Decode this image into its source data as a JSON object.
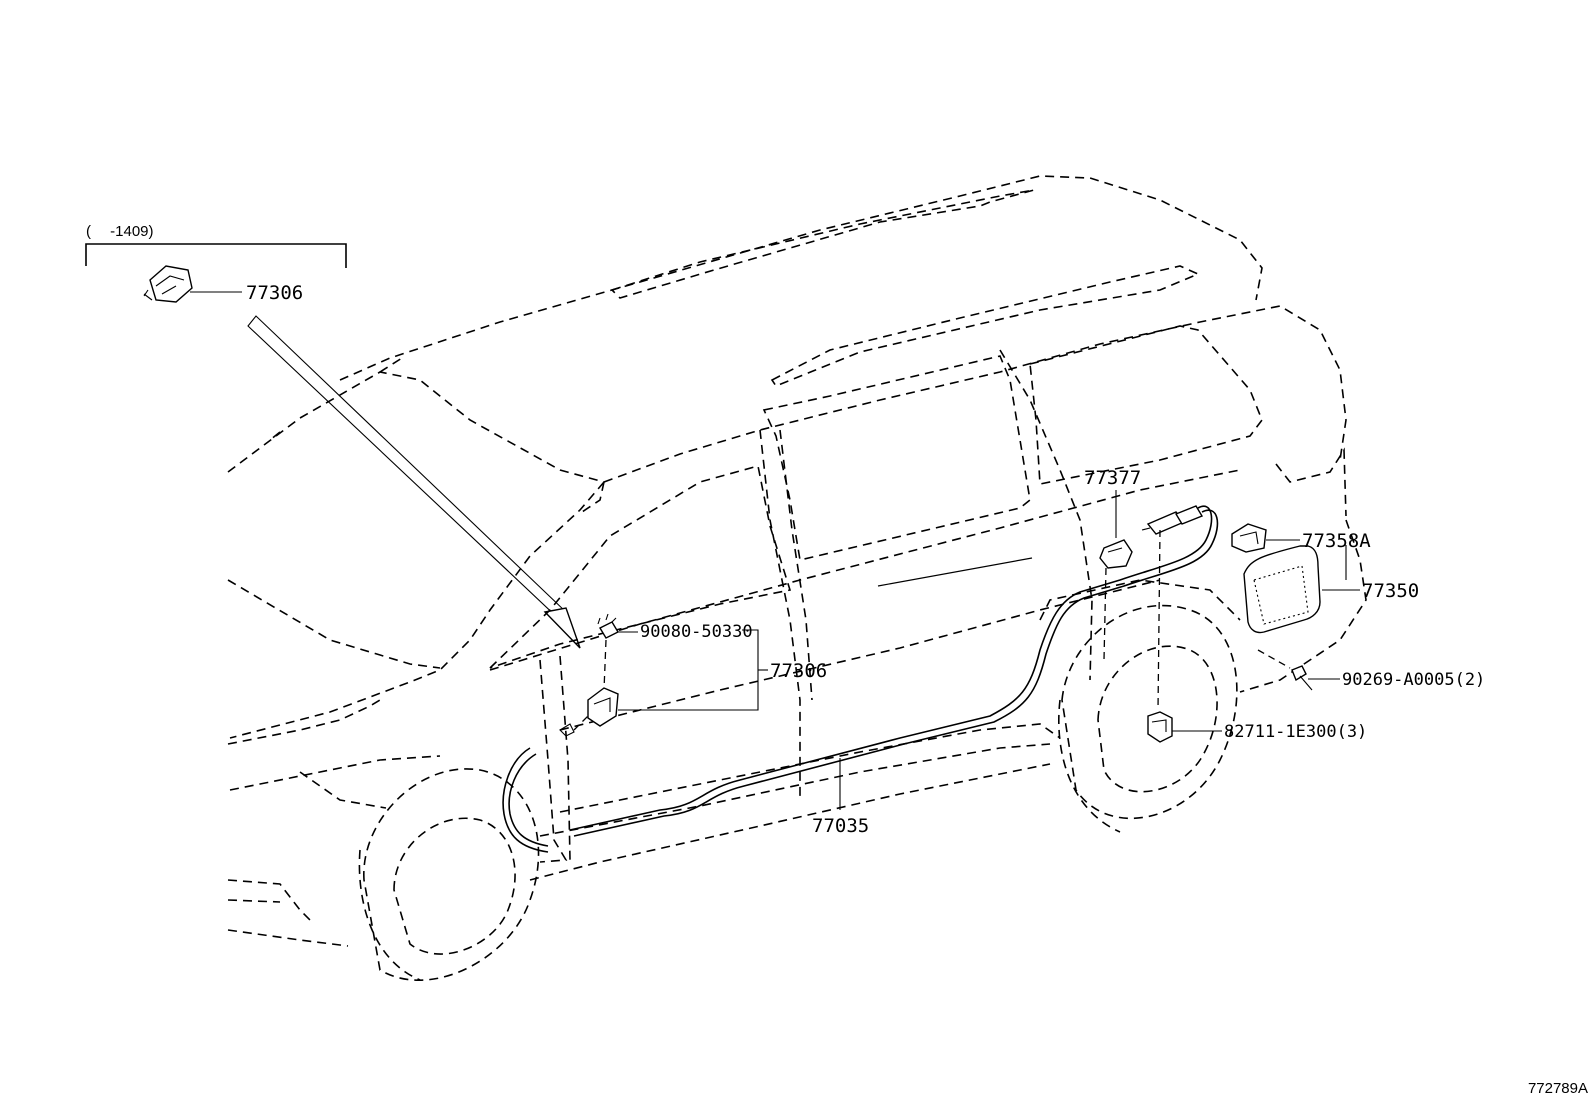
{
  "diagram": {
    "figure_id": "772789A",
    "inset": {
      "range_label": "(　 -1409)",
      "part_label": "77306"
    },
    "callouts": {
      "p77377": "77377",
      "p77358A": "77358A",
      "p77350": "77350",
      "p90080": "90080-50330",
      "p77306": "77306",
      "p90269": "90269-A0005(2)",
      "p82711": "82711-1E300(3)",
      "p77035": "77035"
    }
  }
}
